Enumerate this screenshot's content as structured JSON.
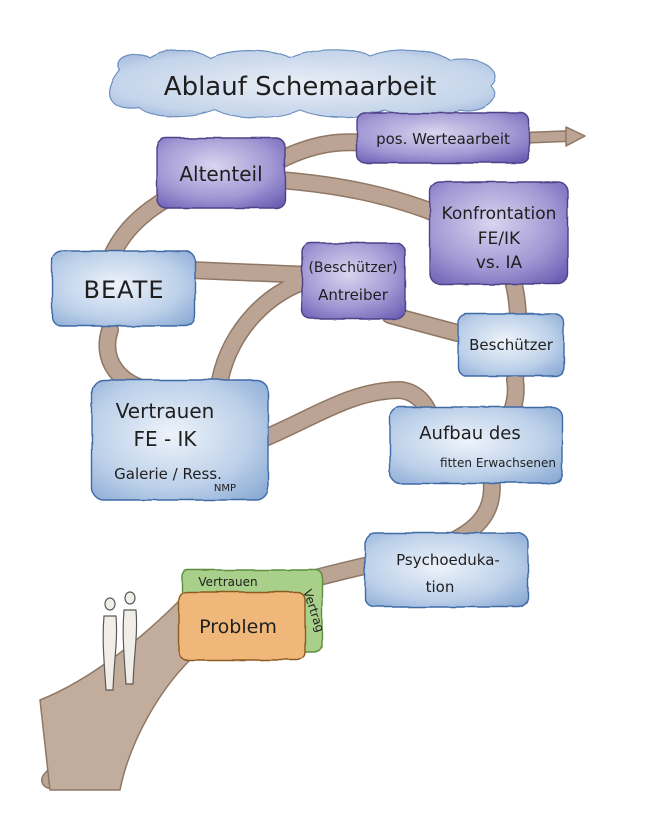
{
  "title": "Ablauf Schemaarbeit",
  "colors": {
    "road": "#b39a86",
    "road_edge": "#8f7765",
    "blue_box": "#a9c4e2",
    "blue_box_edge": "#5f86b8",
    "purple_box": "#9a8fcc",
    "purple_box_edge": "#5d4f9c",
    "green_box": "#a8cf82",
    "orange_box": "#efb879",
    "cloud": "#b9cde6",
    "ink": "#1f1f1f"
  },
  "nodes": {
    "altenteil": "Altenteil",
    "pos_werteaarbeit": "pos. Werteaarbeit",
    "konfrontation": [
      "Konfrontation",
      "FE/IK",
      "vs. IA"
    ],
    "beate": "BEATE",
    "beschuetzer_antreiber": [
      "(Beschützer)",
      "Antreiber"
    ],
    "beschuetzer": "Beschützer",
    "vertrauen_fe_ik": [
      "Vertrauen",
      "FE - IK",
      "Galerie / Ress.",
      "NMP"
    ],
    "aufbau": [
      "Aufbau des",
      "fitten Erwachsenen"
    ],
    "psychoedukation": [
      "Psychoeduka-",
      "tion"
    ],
    "vertrauen_label": "Vertrauen",
    "vertrag_label": "Vertrag",
    "problem": "Problem"
  }
}
